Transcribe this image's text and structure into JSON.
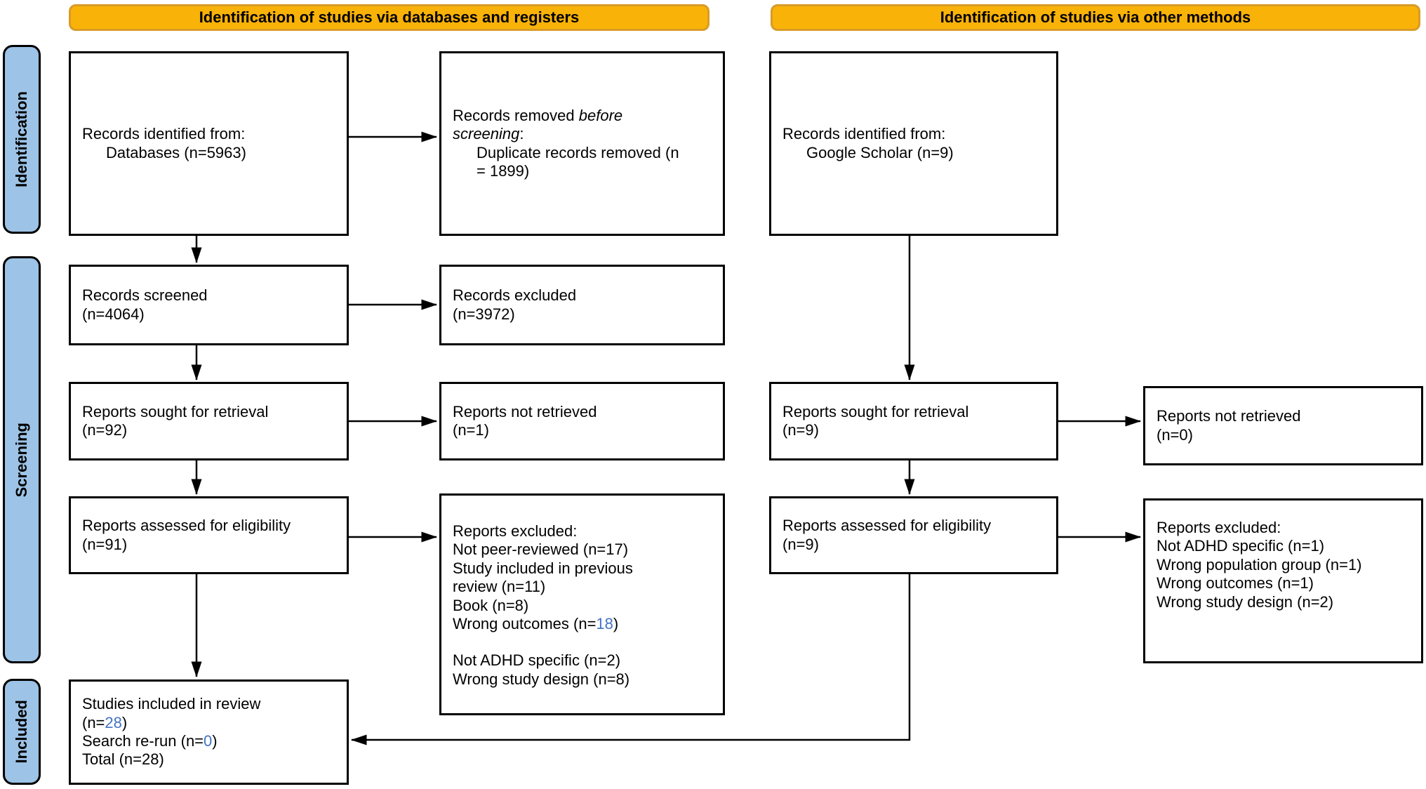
{
  "colors": {
    "header_fill": "#F9B208",
    "header_border": "#D99B27",
    "sidebar_fill": "#9DC3E6",
    "accent_blue": "#4472C4",
    "box_border": "#000000"
  },
  "headers": {
    "left": "Identification of studies via databases and registers",
    "right": "Identification of studies via other methods"
  },
  "sidebars": {
    "identification": "Identification",
    "screening": "Screening",
    "included": "Included"
  },
  "left_flow": {
    "records_identified": {
      "line1": "Records identified from:",
      "line2": "Databases (n=5963)"
    },
    "records_removed": {
      "line1_pre": "Records removed ",
      "line1_italic": "before",
      "line2_italic": "screening",
      "line2_post": ":",
      "line3": "Duplicate records removed (n",
      "line4": "= 1899)"
    },
    "records_screened": {
      "line1": "Records screened",
      "line2": "(n=4064)"
    },
    "records_excluded": {
      "line1": "Records excluded",
      "line2": "(n=3972)"
    },
    "reports_sought": {
      "line1": "Reports sought for retrieval",
      "line2": "(n=92)"
    },
    "reports_not_retrieved": {
      "line1": "Reports not retrieved",
      "line2": "(n=1)"
    },
    "reports_assessed": {
      "line1": "Reports assessed for eligibility",
      "line2": "(n=91)"
    },
    "reports_excluded": {
      "title": "Reports excluded:",
      "line1": "Not peer-reviewed (n=17)",
      "line2": "Study included in previous",
      "line3": "review (n=11)",
      "line4": "Book (n=8)",
      "line5_pre": "Wrong outcomes (n=",
      "line5_num": "18",
      "line5_post": ")",
      "line6": "Not ADHD specific (n=2)",
      "line7": "Wrong study design (n=8)"
    },
    "studies_included": {
      "line1": "Studies included in review",
      "line2_pre": "(n=",
      "line2_num": "28",
      "line2_post": ")",
      "line3_pre": "Search re-run (n=",
      "line3_num": "0",
      "line3_post": ")",
      "line4": "Total (n=28)"
    }
  },
  "right_flow": {
    "records_identified": {
      "line1": "Records identified from:",
      "line2": "Google Scholar (n=9)"
    },
    "reports_sought": {
      "line1": "Reports sought for retrieval",
      "line2": "(n=9)"
    },
    "reports_not_retrieved": {
      "line1": "Reports not retrieved",
      "line2": "(n=0)"
    },
    "reports_assessed": {
      "line1": "Reports assessed for eligibility",
      "line2": "(n=9)"
    },
    "reports_excluded": {
      "title": "Reports excluded:",
      "line1": "Not ADHD specific (n=1)",
      "line2": "Wrong population group (n=1)",
      "line3": "Wrong outcomes (n=1)",
      "line4": "Wrong study design (n=2)"
    }
  }
}
